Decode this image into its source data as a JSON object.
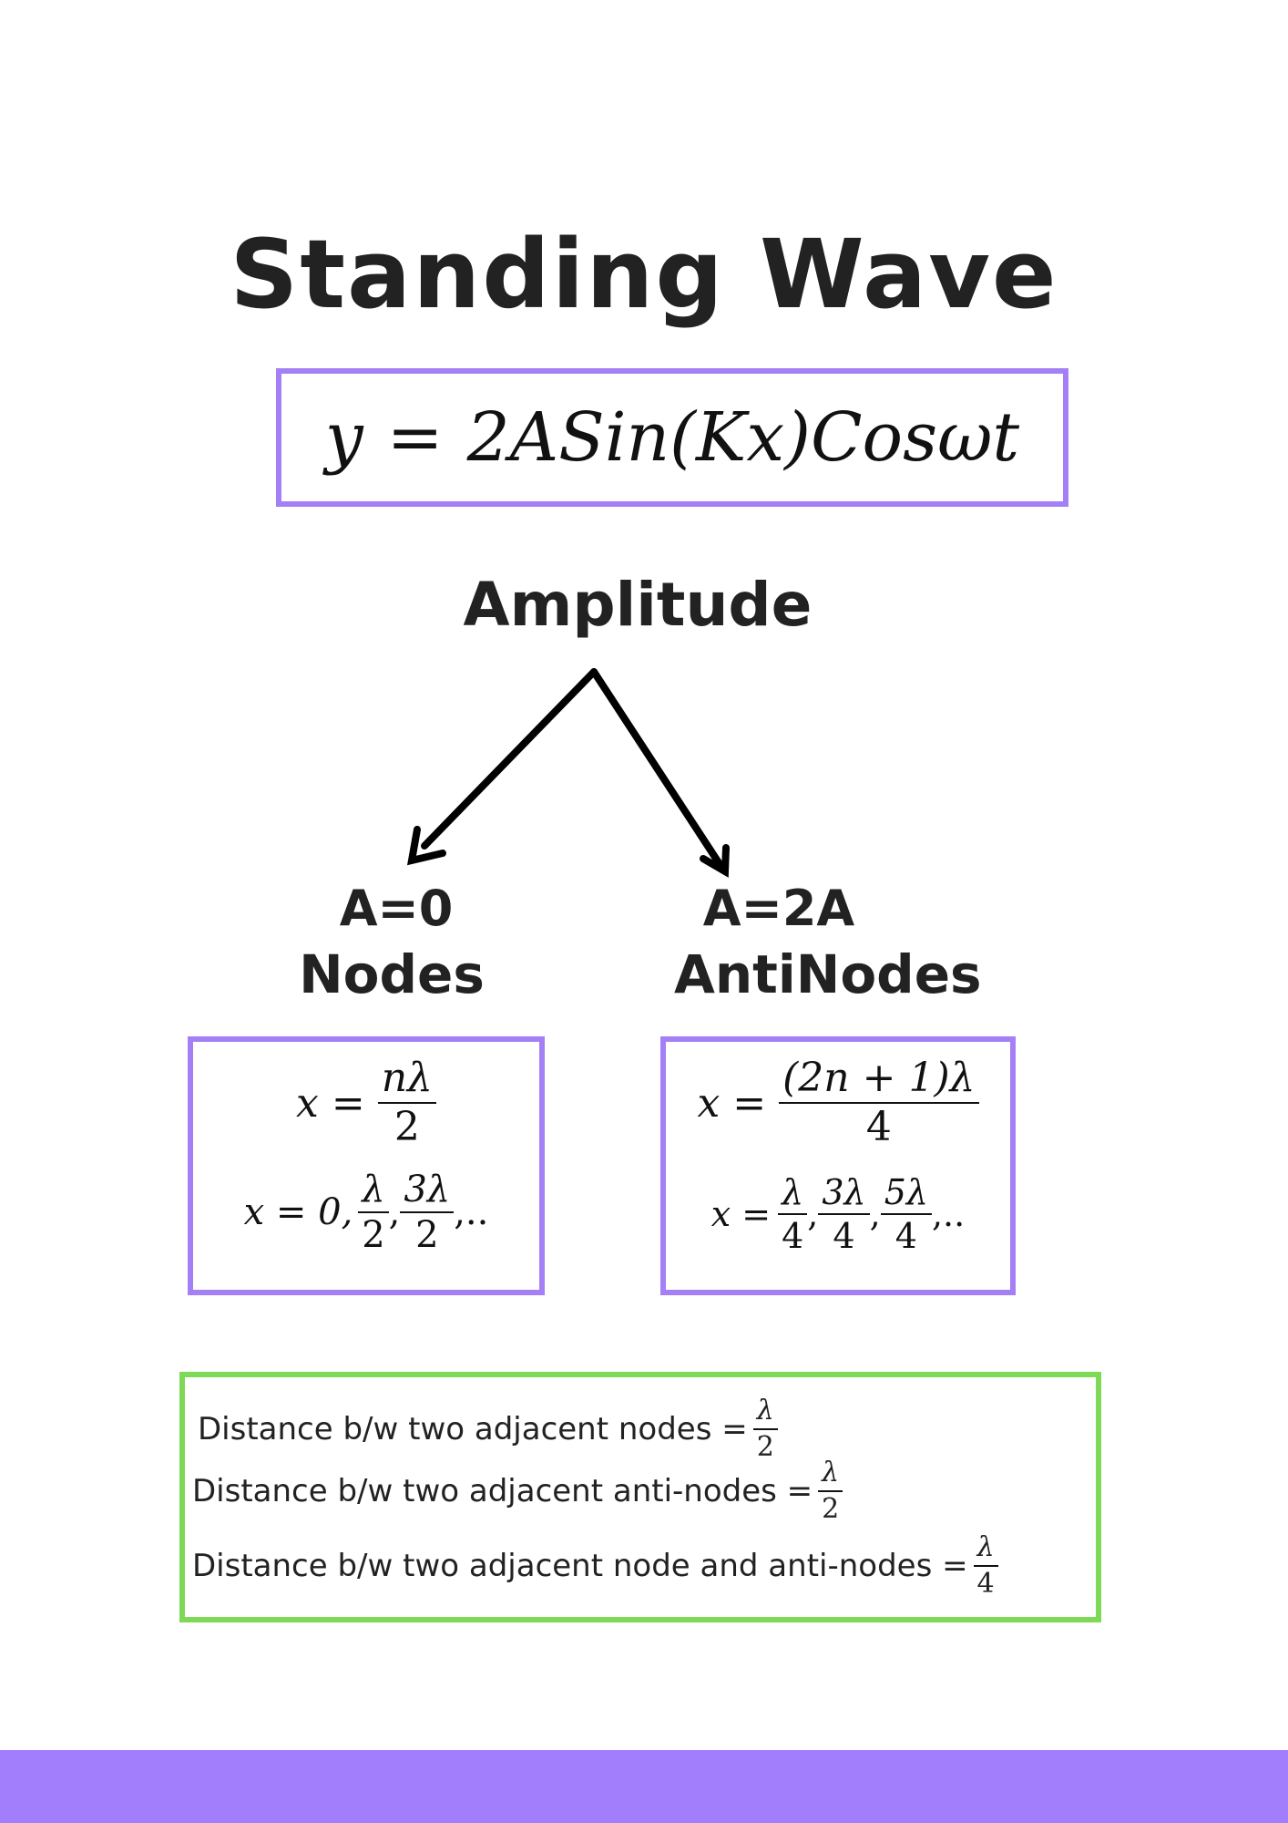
{
  "title": "Standing Wave",
  "equation": {
    "lhs": "y",
    "eq": "=",
    "rhs": "2ASin(Kx)Cosωt"
  },
  "amplitude_label": "Amplitude",
  "nodes": {
    "condition": "A=0",
    "label": "Nodes",
    "formula": {
      "lhs": "x =",
      "num": "nλ",
      "den": "2"
    },
    "values": {
      "lhs": "x = 0,",
      "terms": [
        {
          "num": "λ",
          "den": "2"
        },
        {
          "num": "3λ",
          "den": "2"
        }
      ],
      "tail": ",.."
    }
  },
  "antinodes": {
    "condition": "A=2A",
    "label": "AntiNodes",
    "formula": {
      "lhs": "x =",
      "num": "(2n + 1)λ",
      "den": "4"
    },
    "values": {
      "lhs": "x =",
      "terms": [
        {
          "num": "λ",
          "den": "4"
        },
        {
          "num": "3λ",
          "den": "4"
        },
        {
          "num": "5λ",
          "den": "4"
        }
      ],
      "tail": ",.."
    }
  },
  "distances": [
    {
      "text": "Distance b/w two adjacent nodes =",
      "num": "λ",
      "den": "2"
    },
    {
      "text": "Distance b/w two adjacent anti-nodes =",
      "num": "λ",
      "den": "2"
    },
    {
      "text": "Distance b/w two adjacent node and anti-nodes =",
      "num": "λ",
      "den": "4"
    }
  ],
  "colors": {
    "purple": "#a47ff5",
    "green": "#7ed957",
    "footer": "#a27dfc"
  }
}
